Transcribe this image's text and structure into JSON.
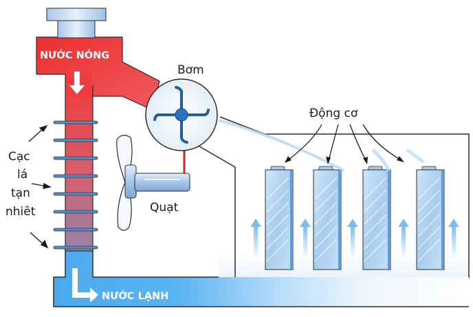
{
  "labels": {
    "hot_water": "NƯỚC NÓNG",
    "cold_water": "NƯỚC LẠNH",
    "pump": "Bơm",
    "fan": "Quạt",
    "motors": "Động cơ",
    "fins_line1": "Cạc",
    "fins_line2": "lá",
    "fins_line3": "tạn",
    "fins_line4": "nhiêt"
  },
  "colors": {
    "hot": "#ef3b3b",
    "cold": "#4aaef0",
    "outline": "#2b2b2b",
    "fin": "#5a8ac0",
    "pump_blade": "#1f5f9e",
    "cell": "#a9d0ee",
    "airflow": "#8cc7f2"
  },
  "diagram": {
    "fin_count": 8,
    "motor_count": 4,
    "airflow_arrow_count": 5
  }
}
